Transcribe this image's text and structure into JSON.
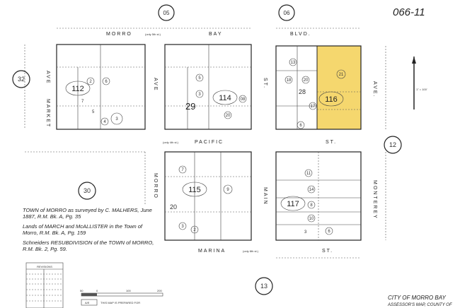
{
  "map_number": "066-11",
  "map_book_circles": [
    "05",
    "06",
    "32",
    "12",
    "30",
    "13"
  ],
  "streets": {
    "top": [
      "MORRO",
      "BAY",
      "BLVD."
    ],
    "top_note": "(only 5th st.)",
    "middle": [
      "PACIFIC",
      "ST."
    ],
    "middle_note": "(only 4th st.)",
    "bottom": [
      "MARINA",
      "ST."
    ],
    "bottom_note": "(only 8th st.)",
    "market": [
      "MARKET",
      "AVE"
    ],
    "morro_upper": "AVE",
    "morro_lower": "MORRO",
    "main_upper": "ST.",
    "main_lower": "MAIN",
    "monterey_upper": "AVE.",
    "monterey_lower": "MONTEREY"
  },
  "blocks": [
    {
      "number": "112",
      "lots": [
        "6",
        "2",
        "7",
        "5",
        "4",
        "3"
      ]
    },
    {
      "number": "114",
      "lots": [
        "3",
        "5",
        "20",
        "08"
      ]
    },
    {
      "number": "116",
      "lots": [
        "13",
        "18",
        "20",
        "28",
        "17",
        "21",
        "6"
      ]
    },
    {
      "number": "115",
      "lots": [
        "7",
        "9",
        "3",
        "2"
      ]
    },
    {
      "number": "117",
      "lots": [
        "11",
        "14",
        "10",
        "8",
        "3",
        "6"
      ]
    }
  ],
  "block_29": "29",
  "block_20": "20",
  "block_28": "28",
  "highlight_color": "#f5d76e",
  "references": [
    "TOWN of MORRO as surveyed by C. MALHERS, June 1887, R.M. Bk. A, Pg. 35",
    "Lands of MARCH and McALLISTER in the Town of Morro, R.M. Bk. A, Pg. 159",
    "Schneiders RESUBDIVISION of the TOWN of MORRO, R.M. Bk. 2, Pg. 59."
  ],
  "revisions_title": "REVISIONS",
  "scale_labels": [
    "50",
    "0",
    "100",
    "200"
  ],
  "scale_note": "THIS MAP IS PREPARED FOR",
  "scale_badge": "A/E",
  "north_scale": "1\" = 100'",
  "footer": {
    "city": "CITY OF MORRO BAY",
    "sub": "ASSESSOR'S MAP, COUNTY OF"
  }
}
